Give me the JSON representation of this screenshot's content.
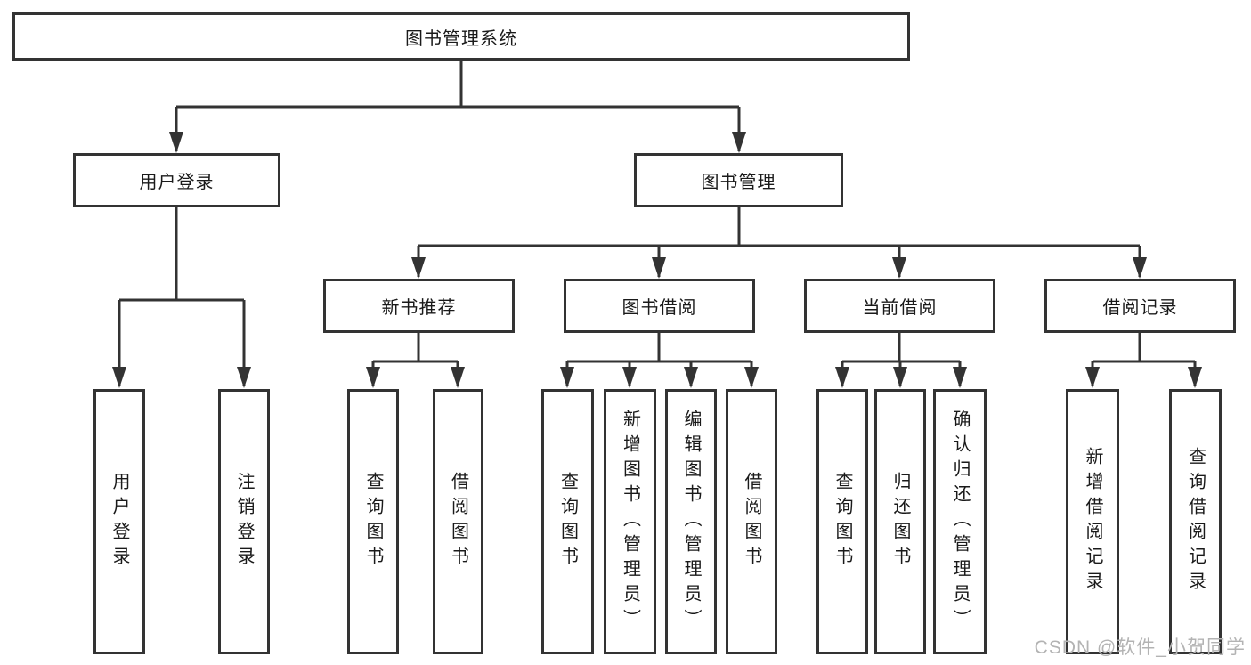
{
  "diagram": {
    "colors": {
      "background": "#ffffff",
      "line": "#333333",
      "text": "#1a1a1a",
      "watermark": "#b3b3b3"
    },
    "root": {
      "label": "图书管理系统"
    },
    "user_login": {
      "label": "用户登录",
      "children": {
        "login": "用户登录",
        "logout": "注销登录"
      }
    },
    "book_mgmt": {
      "label": "图书管理",
      "new_book_rec": {
        "label": "新书推荐",
        "children": {
          "query_book": "查询图书",
          "borrow_book": "借阅图书"
        }
      },
      "book_borrow": {
        "label": "图书借阅",
        "children": {
          "query_book": "查询图书",
          "add_book": "新增图书（管理员）",
          "edit_book": "编辑图书（管理员）",
          "borrow_book": "借阅图书"
        }
      },
      "current_borrow": {
        "label": "当前借阅",
        "children": {
          "query_book": "查询图书",
          "return_book": "归还图书",
          "confirm_return": "确认归还（管理员）"
        }
      },
      "borrow_records": {
        "label": "借阅记录",
        "children": {
          "add_record": "新增借阅记录",
          "query_record": "查询借阅记录"
        }
      }
    },
    "watermark": "CSDN @软件_小贺同学"
  }
}
